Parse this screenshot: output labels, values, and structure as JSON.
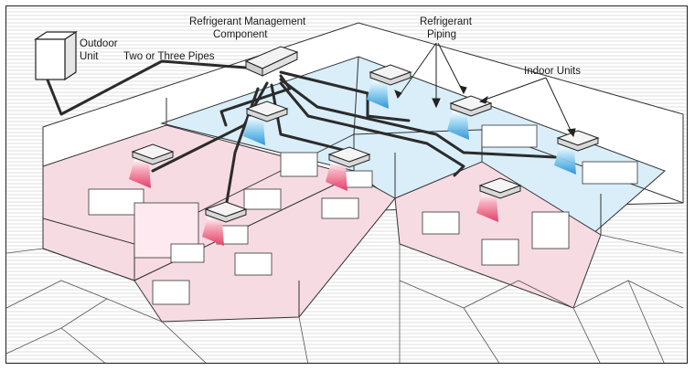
{
  "labels": {
    "outdoor_unit": [
      "Outdoor",
      "Unit"
    ],
    "pipes": "Two or Three Pipes",
    "rmc": [
      "Refrigerant Management",
      "Component"
    ],
    "piping": [
      "Refrigerant",
      "Piping"
    ],
    "indoor_units": "Indoor Units"
  },
  "colors": {
    "pink_room": "#f7dbe3",
    "blue_room": "#d9eef8",
    "pipe": "#2b2b2b",
    "unit_pink": "#e8486e",
    "unit_blue": "#3aa6e0"
  }
}
